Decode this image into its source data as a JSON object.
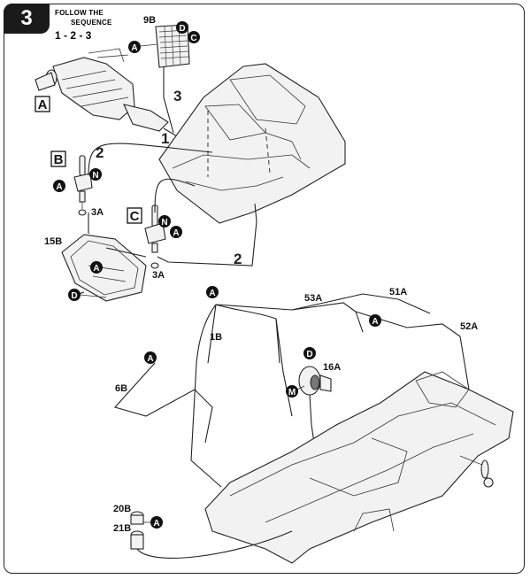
{
  "step": {
    "number": "3"
  },
  "instruction": {
    "line1": "Follow the",
    "line2": "sequence",
    "sequence": "1 - 2 - 3"
  },
  "subassemblies": {
    "a": "A",
    "b": "B",
    "c": "C"
  },
  "sequence_marks": {
    "one": "1",
    "two_upper": "2",
    "two_lower": "2",
    "three": "3"
  },
  "part_numbers": {
    "p9b": "9B",
    "p3a_left": "3A",
    "p3a_right": "3A",
    "p15b": "15B",
    "p53a": "53A",
    "p51a": "51A",
    "p52a": "52A",
    "p1b": "1B",
    "p6b": "6B",
    "p16a": "16A",
    "p20b": "20B",
    "p21b": "21B"
  },
  "letter_badges": {
    "a_grille": "A",
    "d_grille": "D",
    "c_grille": "C",
    "a_left_rod": "A",
    "n_left_rod": "N",
    "a_frame": "A",
    "d_frame": "D",
    "n_right_rod": "N",
    "a_right_rod": "A",
    "a_cage_top": "A",
    "a_roof": "A",
    "a_cage_left": "A",
    "d_fuel": "D",
    "m_fuel": "M",
    "a_bottles": "A"
  },
  "colors": {
    "ink": "#1a1a1a",
    "badge": "#111111",
    "paper": "#ffffff"
  }
}
